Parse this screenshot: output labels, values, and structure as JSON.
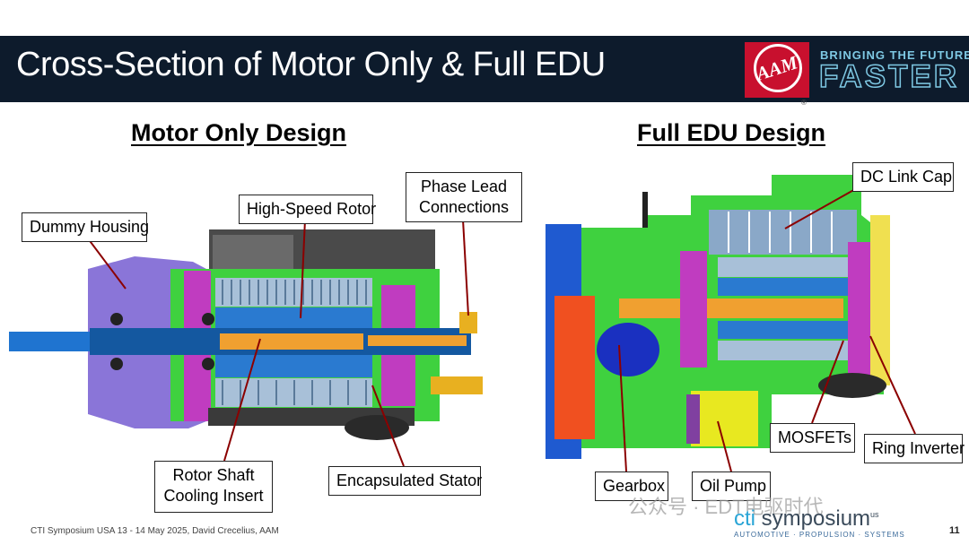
{
  "slide": {
    "title": "Cross-Section of Motor Only & Full EDU",
    "logo_text": "AAM",
    "tagline_top": "BRINGING THE FUTURE",
    "tagline_bottom": "FASTER",
    "footer": "CTI Symposium USA 13 - 14 May 2025, David Crecelius, AAM",
    "page_number": "11",
    "registered_mark": "®"
  },
  "left_panel": {
    "heading": "Motor Only Design",
    "labels": {
      "dummy_housing": "Dummy Housing",
      "high_speed_rotor": "High-Speed Rotor",
      "phase_lead_1": "Phase Lead",
      "phase_lead_2": "Connections",
      "rotor_shaft_1": "Rotor Shaft",
      "rotor_shaft_2": "Cooling Insert",
      "encapsulated_stator": "Encapsulated Stator"
    }
  },
  "right_panel": {
    "heading": "Full EDU Design",
    "labels": {
      "dc_link_cap": "DC Link Cap",
      "mosfets": "MOSFETs",
      "ring_inverter": "Ring Inverter",
      "gearbox": "Gearbox",
      "oil_pump": "Oil Pump"
    }
  },
  "branding": {
    "cti_a": "cti",
    "cti_b": " symposium",
    "cti_us": "us",
    "cti_sub": "AUTOMOTIVE · PROPULSION · SYSTEMS",
    "watermark": "公众号 · EDT电驱时代"
  },
  "colors": {
    "title_bar": "#0d1b2c",
    "logo_red": "#c8102e",
    "tagline": "#7ec8e3",
    "leader": "#8b0000"
  }
}
